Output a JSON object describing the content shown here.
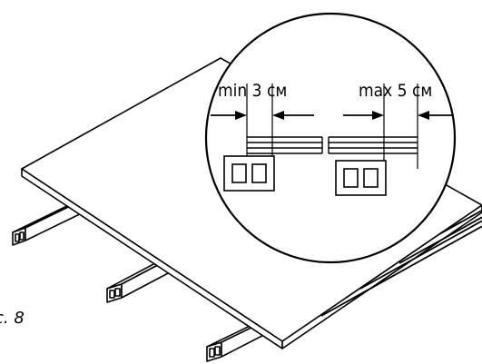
{
  "labels": {
    "min_gap": "min 3 см",
    "max_gap": "max 5 см",
    "figure_caption": "с. 8"
  }
}
